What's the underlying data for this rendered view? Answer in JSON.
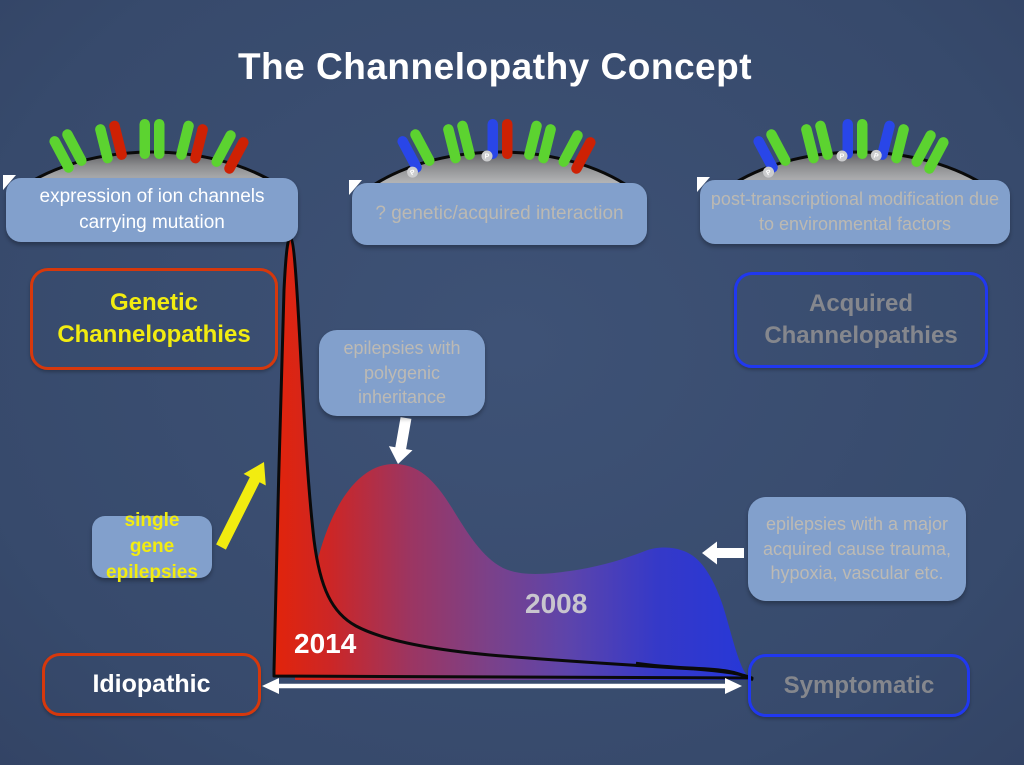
{
  "slide": {
    "title": "The Channelopathy Concept"
  },
  "membranes": [
    {
      "caption": "expression of ion channels carrying mutation",
      "channel_pairs": [
        [
          "green",
          "green"
        ],
        [
          "green",
          "red"
        ],
        [
          "green",
          "green"
        ],
        [
          "green",
          "red"
        ],
        [
          "green",
          "red"
        ]
      ],
      "phosphorylated_pairs": []
    },
    {
      "caption": "? genetic/acquired interaction",
      "channel_pairs": [
        [
          "blue",
          "green"
        ],
        [
          "green",
          "green"
        ],
        [
          "blue",
          "red"
        ],
        [
          "green",
          "green"
        ],
        [
          "green",
          "red"
        ]
      ],
      "phosphorylated_pairs": [
        0,
        2
      ]
    },
    {
      "caption": "post-transcriptional modification due to environmental factors",
      "channel_pairs": [
        [
          "blue",
          "green"
        ],
        [
          "green",
          "green"
        ],
        [
          "blue",
          "green"
        ],
        [
          "blue",
          "green"
        ],
        [
          "green",
          "green"
        ]
      ],
      "phosphorylated_pairs": [
        0,
        2,
        3
      ]
    }
  ],
  "p_label": "P",
  "category_boxes": {
    "genetic": "Genetic Channelopathies",
    "acquired": "Acquired Channelopathies"
  },
  "callouts": {
    "polygenic": "epilepsies with polygenic inheritance",
    "single_gene": "single gene epilepsies",
    "acquired_cause": "epilepsies with a major acquired cause trauma, hypoxia, vascular etc."
  },
  "curves": {
    "front_label": "2014",
    "back_label": "2008",
    "front_shape": "tall narrow red peak (single gene epilepsies) with long decaying tail",
    "back_shape": "broad purple hump (polygenic) with low plateau and blue symptomatic hump at right"
  },
  "axis_ends": {
    "left": "Idiopathic",
    "right": "Symptomatic"
  },
  "palette": {
    "background": "#3A4D70",
    "callout_fill": "#82A0CC",
    "callout_text_gray": "#BDBAB4",
    "white": "#FFFFFF",
    "yellow": "#F2EC10",
    "muted_gray_text": "#85878D",
    "red_outline": "#D6380C",
    "blue_outline": "#2038F0",
    "channel_green": "#5CD330",
    "channel_red": "#CE2104",
    "channel_blue": "#2946E8",
    "dome_dark": "#4E4E52",
    "dome_light": "#C0C1C3",
    "p_circle": "#CBCCCE",
    "curve_stop_0": "#E2240A",
    "curve_stop_1": "#CC2626",
    "curve_stop_2": "#9D3560",
    "curve_stop_3": "#7B4189",
    "curve_stop_4": "#5C44AC",
    "curve_stop_5": "#3539C8",
    "curve_stop_6": "#2637D8"
  }
}
